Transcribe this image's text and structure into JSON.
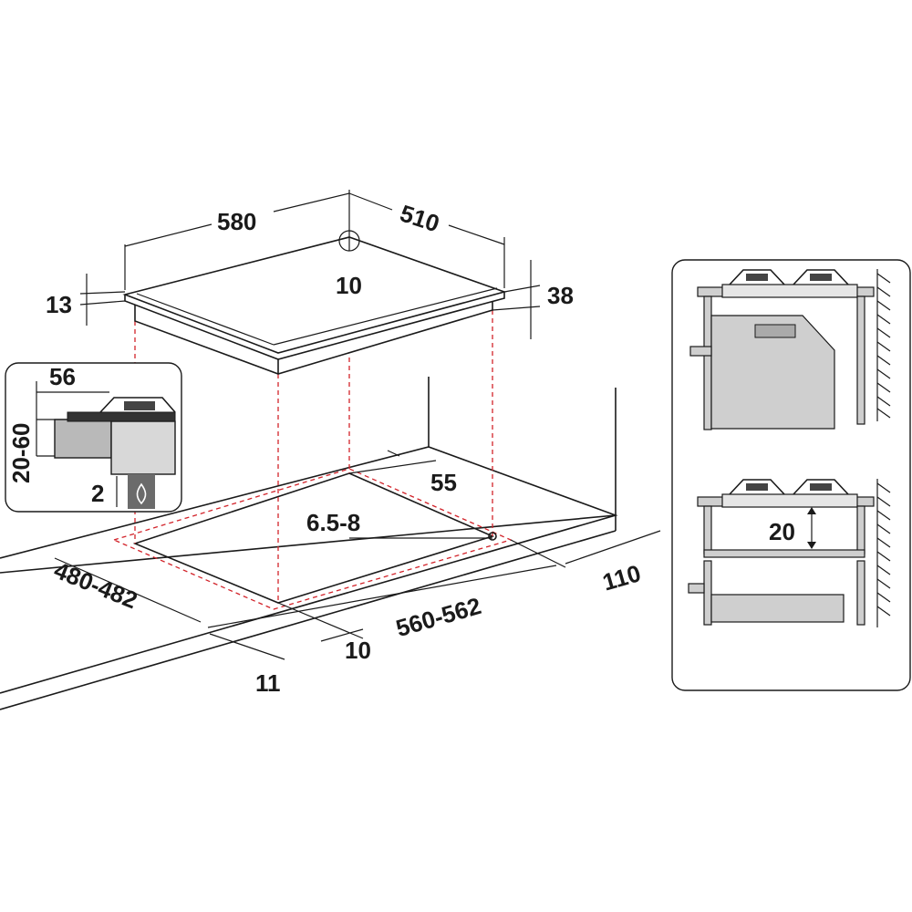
{
  "colors": {
    "ink": "#1a1a1a",
    "cutout_dash": "#d2232a",
    "panel_grey": "#cfcfcf",
    "block_grey": "#b9b9b9",
    "gas_bg": "#6b6b6b"
  },
  "hob_dimensions": {
    "width": "580",
    "depth": "510",
    "edge_thickness": "13",
    "height": "38",
    "clamp": "10"
  },
  "cutout_dimensions": {
    "front_to_back": "55",
    "hole_diameter": "6.5-8",
    "cutout_depth": "480-482",
    "cutout_width": "560-562",
    "clearance_right": "110",
    "front_offset": "10",
    "front_edge": "11"
  },
  "inset_detail": {
    "burner_height": "56",
    "worktop_thickness": "20-60",
    "gas_gap": "2",
    "icons": [
      "gas-flame-icon"
    ]
  },
  "side_views": {
    "top_panel": {
      "icons": [
        "oven-icon",
        "burner-icon",
        "wall-hatch-icon"
      ]
    },
    "bottom_panel": {
      "gap": "20",
      "icons": [
        "drawer-icon",
        "burner-icon",
        "wall-hatch-icon"
      ]
    }
  }
}
